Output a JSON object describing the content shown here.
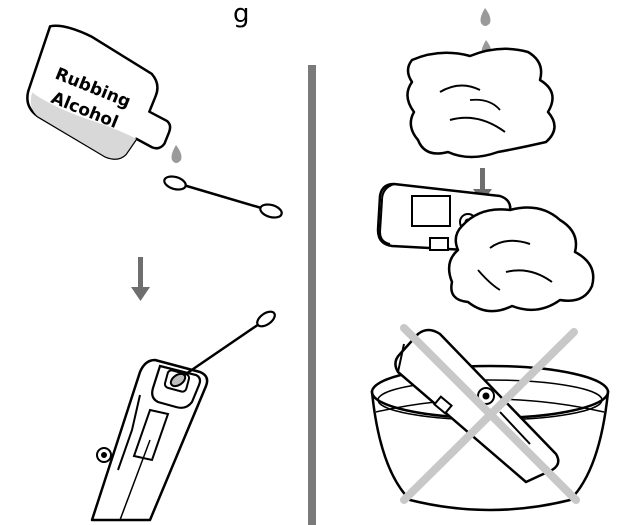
{
  "header": {
    "fragment": "g"
  },
  "left_panel": {
    "bottle_label_line1": "Rubbing",
    "bottle_label_line2": "Alcohol"
  },
  "colors": {
    "line": "#000000",
    "divider": "#7a7a7a",
    "arrow": "#6e6e6e",
    "drop": "#9a9a9a",
    "cross": "#c8c8c8",
    "liquid": "#d8d8d8"
  },
  "icons": [
    "alcohol-bottle-icon",
    "drop-icon",
    "cotton-swab-icon",
    "down-arrow-icon",
    "device-icon",
    "cloth-icon",
    "bowl-icon",
    "cross-icon"
  ]
}
